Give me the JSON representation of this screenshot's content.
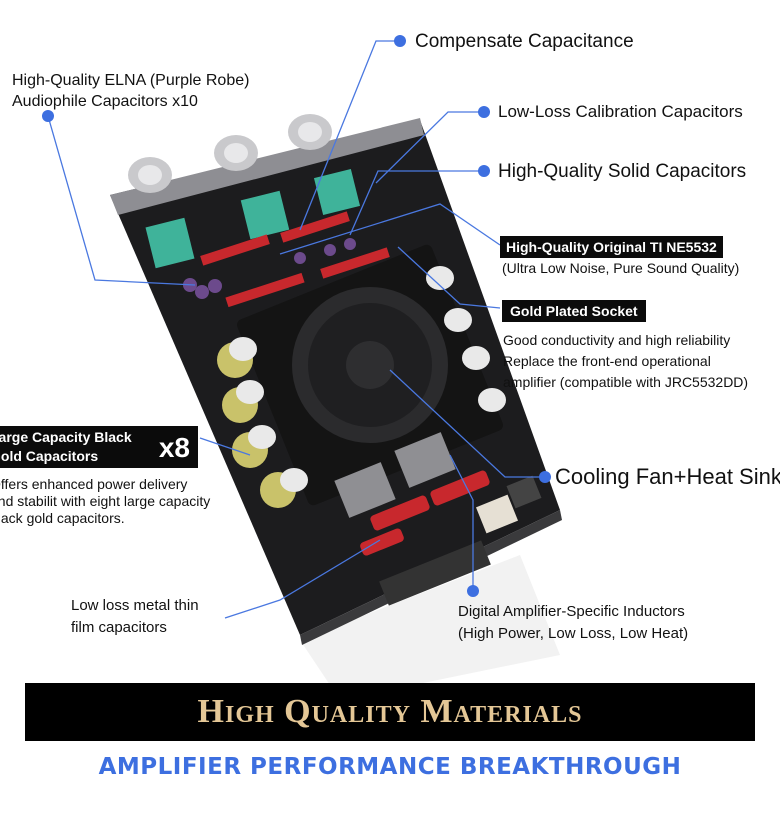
{
  "callouts": {
    "compensate": "Compensate Capacitance",
    "elna_line1": "High-Quality ELNA (Purple Robe)",
    "elna_line2": "Audiophile Capacitors x10",
    "low_loss_calibration": "Low-Loss Calibration Capacitors",
    "solid_caps": "High-Quality Solid Capacitors",
    "ne5532_title": "High-Quality Original TI NE5532",
    "ne5532_sub": "(Ultra Low Noise, Pure Sound Quality)",
    "socket_title": "Gold Plated Socket",
    "socket_line1": "Good conductivity and high reliability",
    "socket_line2": "Replace the front-end operational",
    "socket_line3": "amplifier (compatible with JRC5532DD)",
    "black_gold_line1": "Large Capacity Black",
    "black_gold_line2": "Gold Capacitors",
    "black_gold_count": "x8",
    "black_gold_desc1": "Offers enhanced power delivery",
    "black_gold_desc2": "and stabilit with eight large capacity",
    "black_gold_desc3": "black gold capacitors.",
    "cooling": "Cooling Fan+Heat Sink",
    "film_line1": "Low loss metal thin",
    "film_line2": "film capacitors",
    "inductors_line1": "Digital Amplifier-Specific Inductors",
    "inductors_line2": "(High Power, Low Loss, Low Heat)"
  },
  "banner": {
    "title": "High Quality Materials",
    "subtitle": "AMPLIFIER PERFORMANCE BREAKTHROUGH"
  },
  "colors": {
    "callout_dot": "#3d6fe0",
    "callout_line": "#4a78e0",
    "banner_text": "#e4c796",
    "subtitle": "#3d6fe0"
  }
}
